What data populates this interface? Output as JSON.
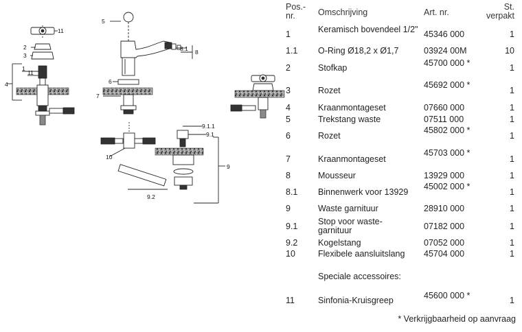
{
  "diagram": {
    "callouts": [
      "1",
      "2",
      "3",
      "4",
      "5",
      "6",
      "7",
      "8",
      "8.1",
      "9",
      "9.1",
      "9.1.1",
      "9.2",
      "10",
      "11",
      "11"
    ]
  },
  "table": {
    "headers": {
      "pos_line1": "Pos.-",
      "pos_line2": "nr.",
      "desc": "Omschrijving",
      "art": "Art. nr.",
      "qty_line1": "St.",
      "qty_line2": "verpakt"
    },
    "rows": [
      {
        "pos": "1",
        "desc": "Keramisch bovendeel 1/2\"",
        "art": "45346 000",
        "qty": "1"
      },
      {
        "pos": "1.1",
        "desc": "O-Ring Ø18,2 x Ø1,7",
        "art": "03924 00M",
        "qty": "10"
      },
      {
        "pos": "2",
        "desc": "Stofkap",
        "art": "45700 000 *",
        "qty": "1"
      },
      {
        "pos": "3",
        "desc": "Rozet",
        "art": "45692 000 *",
        "qty": "1"
      },
      {
        "pos": "4",
        "desc": "Kraanmontageset",
        "art": "07660 000",
        "qty": "1"
      },
      {
        "pos": "5",
        "desc": "Trekstang waste",
        "art": "07511 000",
        "qty": "1"
      },
      {
        "pos": "6",
        "desc": "Rozet",
        "art": "45802 000 *",
        "qty": "1"
      },
      {
        "pos": "7",
        "desc": "Kraanmontageset",
        "art": "45703 000 *",
        "qty": "1"
      },
      {
        "pos": "8",
        "desc": "Mousseur",
        "art": "13929 000",
        "qty": "1"
      },
      {
        "pos": "8.1",
        "desc": "Binnenwerk voor 13929",
        "art": "45002 000 *",
        "qty": "1"
      },
      {
        "pos": "9",
        "desc": "Waste garnituur",
        "art": "28910 000",
        "qty": "1"
      },
      {
        "pos": "9.1",
        "desc": "Stop voor waste-garnituur",
        "art": "07182 000",
        "qty": "1"
      },
      {
        "pos": "9.2",
        "desc": "Kogelstang",
        "art": "07052 000",
        "qty": "1"
      },
      {
        "pos": "10",
        "desc": "Flexibele aansluitslang",
        "art": "45704 000",
        "qty": "1"
      }
    ],
    "section_title": "Speciale accessoires:",
    "accessories": [
      {
        "pos": "11",
        "desc": "Sinfonia-Kruisgreep",
        "art": "45600 000 *",
        "qty": "1"
      }
    ],
    "footnote": "* Verkrijgbaarheid op aanvraag"
  }
}
